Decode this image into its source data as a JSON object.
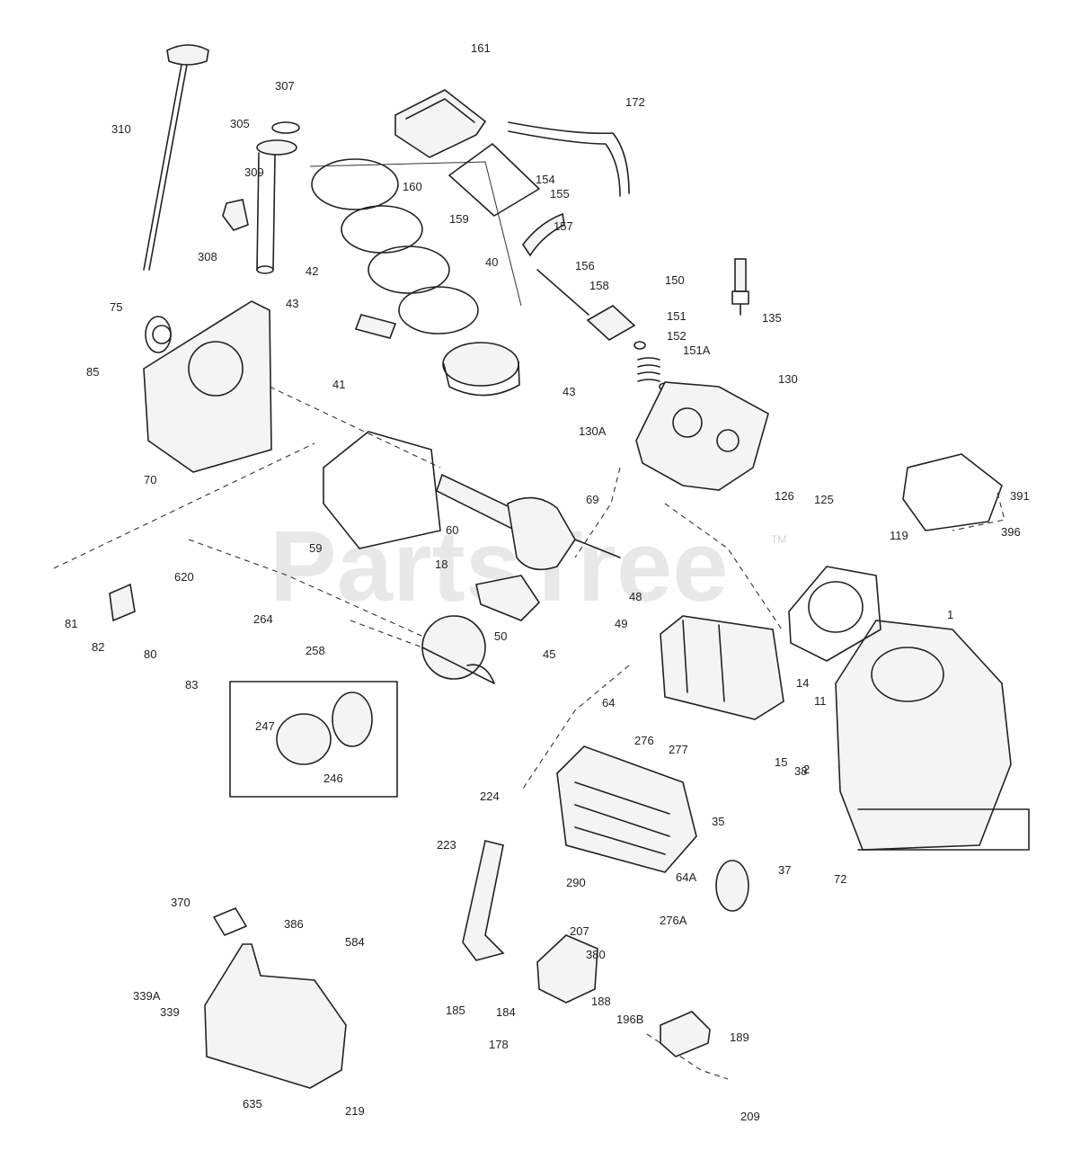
{
  "watermark": {
    "brand": "PartsTree",
    "trademark": "TM"
  },
  "callouts": [
    {
      "id": "161",
      "label": "161"
    },
    {
      "id": "307",
      "label": "307"
    },
    {
      "id": "172",
      "label": "172"
    },
    {
      "id": "310",
      "label": "310"
    },
    {
      "id": "305",
      "label": "305"
    },
    {
      "id": "309",
      "label": "309"
    },
    {
      "id": "160",
      "label": "160"
    },
    {
      "id": "154",
      "label": "154"
    },
    {
      "id": "155",
      "label": "155"
    },
    {
      "id": "159",
      "label": "159"
    },
    {
      "id": "157",
      "label": "157"
    },
    {
      "id": "308",
      "label": "308"
    },
    {
      "id": "42",
      "label": "42"
    },
    {
      "id": "40",
      "label": "40"
    },
    {
      "id": "156",
      "label": "156"
    },
    {
      "id": "158",
      "label": "158"
    },
    {
      "id": "150",
      "label": "150"
    },
    {
      "id": "75",
      "label": "75"
    },
    {
      "id": "43a",
      "label": "43"
    },
    {
      "id": "151",
      "label": "151"
    },
    {
      "id": "135",
      "label": "135"
    },
    {
      "id": "152",
      "label": "152"
    },
    {
      "id": "151A",
      "label": "151A"
    },
    {
      "id": "85",
      "label": "85"
    },
    {
      "id": "41",
      "label": "41"
    },
    {
      "id": "43b",
      "label": "43"
    },
    {
      "id": "130",
      "label": "130"
    },
    {
      "id": "130A",
      "label": "130A"
    },
    {
      "id": "70",
      "label": "70"
    },
    {
      "id": "69",
      "label": "69"
    },
    {
      "id": "60",
      "label": "60"
    },
    {
      "id": "126",
      "label": "126"
    },
    {
      "id": "391",
      "label": "391"
    },
    {
      "id": "125",
      "label": "125"
    },
    {
      "id": "396",
      "label": "396"
    },
    {
      "id": "59",
      "label": "59"
    },
    {
      "id": "119",
      "label": "119"
    },
    {
      "id": "620",
      "label": "620"
    },
    {
      "id": "18",
      "label": "18"
    },
    {
      "id": "48",
      "label": "48"
    },
    {
      "id": "81",
      "label": "81"
    },
    {
      "id": "264",
      "label": "264"
    },
    {
      "id": "49",
      "label": "49"
    },
    {
      "id": "82",
      "label": "82"
    },
    {
      "id": "258",
      "label": "258"
    },
    {
      "id": "45",
      "label": "45"
    },
    {
      "id": "1",
      "label": "1"
    },
    {
      "id": "80",
      "label": "80"
    },
    {
      "id": "50",
      "label": "50"
    },
    {
      "id": "83",
      "label": "83"
    },
    {
      "id": "64",
      "label": "64"
    },
    {
      "id": "14",
      "label": "14"
    },
    {
      "id": "11",
      "label": "11"
    },
    {
      "id": "247",
      "label": "247"
    },
    {
      "id": "276",
      "label": "276"
    },
    {
      "id": "2",
      "label": "2"
    },
    {
      "id": "246",
      "label": "246"
    },
    {
      "id": "277",
      "label": "277"
    },
    {
      "id": "15",
      "label": "15"
    },
    {
      "id": "38",
      "label": "38"
    },
    {
      "id": "224",
      "label": "224"
    },
    {
      "id": "35",
      "label": "35"
    },
    {
      "id": "223",
      "label": "223"
    },
    {
      "id": "37",
      "label": "37"
    },
    {
      "id": "72",
      "label": "72"
    },
    {
      "id": "290",
      "label": "290"
    },
    {
      "id": "64A",
      "label": "64A"
    },
    {
      "id": "370",
      "label": "370"
    },
    {
      "id": "276A",
      "label": "276A"
    },
    {
      "id": "207",
      "label": "207"
    },
    {
      "id": "386",
      "label": "386"
    },
    {
      "id": "584",
      "label": "584"
    },
    {
      "id": "380",
      "label": "380"
    },
    {
      "id": "339A",
      "label": "339A"
    },
    {
      "id": "188",
      "label": "188"
    },
    {
      "id": "339",
      "label": "339"
    },
    {
      "id": "185",
      "label": "185"
    },
    {
      "id": "184",
      "label": "184"
    },
    {
      "id": "196B",
      "label": "196B"
    },
    {
      "id": "178",
      "label": "178"
    },
    {
      "id": "189",
      "label": "189"
    },
    {
      "id": "635",
      "label": "635"
    },
    {
      "id": "219",
      "label": "219"
    },
    {
      "id": "209",
      "label": "209"
    }
  ]
}
